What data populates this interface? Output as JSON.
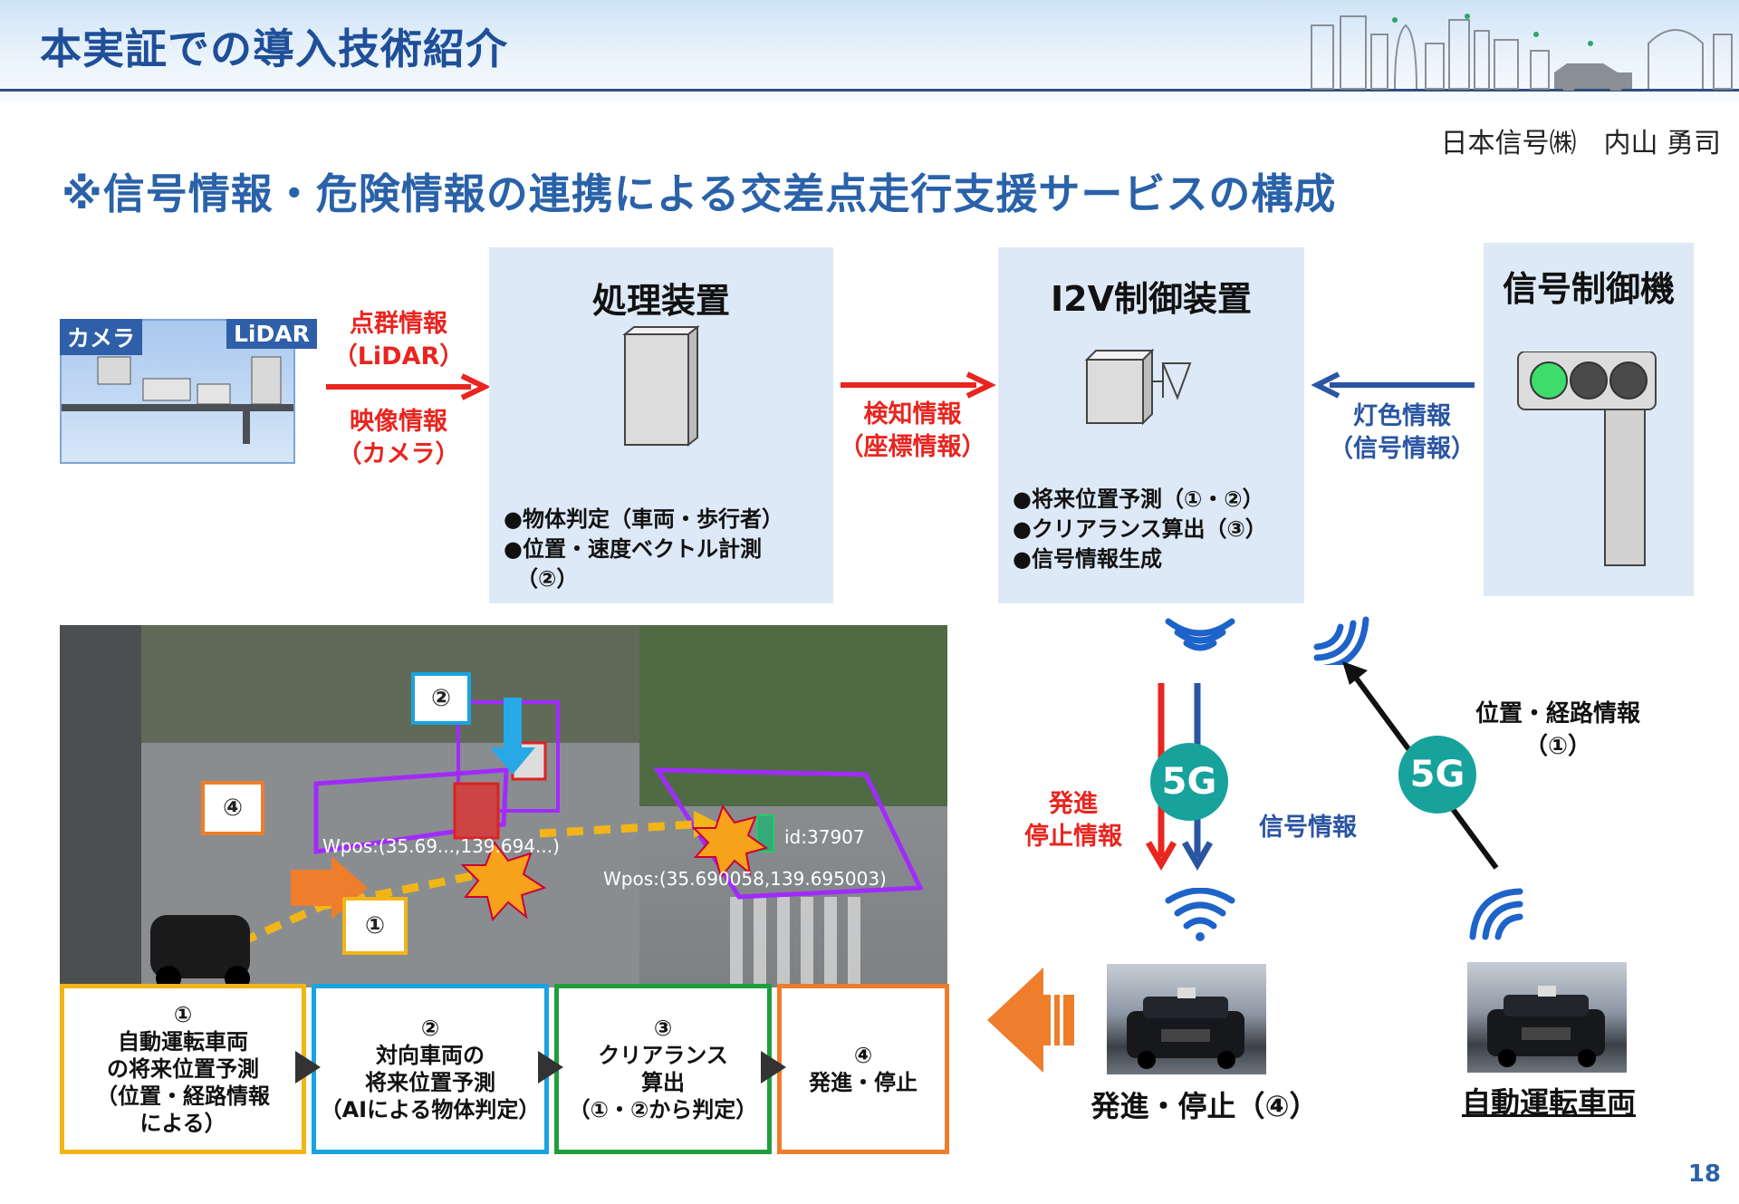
{
  "header": {
    "title": "本実証での導入技術紹介"
  },
  "author": "日本信号㈱　内山 勇司",
  "subtitle": "※信号情報・危険情報の連携による交差点走行支援サービスの構成",
  "sensor": {
    "camera_label": "カメラ",
    "lidar_label": "LiDAR",
    "arrow_top_label": [
      "点群情報",
      "（LiDAR）"
    ],
    "arrow_bottom_label": [
      "映像情報",
      "（カメラ）"
    ]
  },
  "processor": {
    "title": "処理装置",
    "bullets": [
      "●物体判定（車両・歩行者）",
      "●位置・速度ベクトル計測",
      "（②）"
    ]
  },
  "detect_arrow_label": [
    "検知情報",
    "（座標情報）"
  ],
  "i2v": {
    "title": "I2V制御装置",
    "bullets": [
      "●将来位置予測（①・②）",
      "●クリアランス算出（③）",
      "●信号情報生成"
    ]
  },
  "signal_controller": {
    "title": "信号制御機",
    "lamp_colors": [
      "#3ddc6b",
      "#4a4a4a",
      "#4a4a4a"
    ]
  },
  "lamp_arrow_label": [
    "灯色情報",
    "（信号情報）"
  ],
  "comm": {
    "fiveg_label": "5G",
    "go_stop_label": [
      "発進",
      "停止情報"
    ],
    "signal_info_label": "信号情報",
    "position_route_label": [
      "位置・経路情報",
      "（①）"
    ]
  },
  "vehicles": {
    "go_stop_caption": "発進・停止（④）",
    "autonomous_caption": "自動運転車両"
  },
  "scene_callouts": {
    "c1": "①",
    "c2": "②",
    "c4": "④"
  },
  "scene_overlay_text": {
    "t1": "Wpos:(35.69...,139.694...)",
    "t2": "Wpos:(35.690058,139.695003)",
    "t3": "id:37907"
  },
  "steps": [
    {
      "num": "①",
      "lines": [
        "自動運転車両",
        "の将来位置予測",
        "（位置・経路情報",
        "による）"
      ],
      "color": "#f2b517"
    },
    {
      "num": "②",
      "lines": [
        "対向車両の",
        "将来位置予測",
        "（AIによる物体判定）"
      ],
      "color": "#1aa3e0"
    },
    {
      "num": "③",
      "lines": [
        "クリアランス",
        "算出",
        "（①・②から判定）"
      ],
      "color": "#1f9e3c"
    },
    {
      "num": "④",
      "lines": [
        "発進・停止"
      ],
      "color": "#ee7d2c"
    }
  ],
  "colors": {
    "red_arrow": "#e8251f",
    "blue_arrow": "#2a55a2",
    "orange_arrow": "#ee7d2c",
    "box_bg": "#dde9f6",
    "fiveg": "#17a29c",
    "wifi": "#1e63c9"
  },
  "page_number": "18"
}
